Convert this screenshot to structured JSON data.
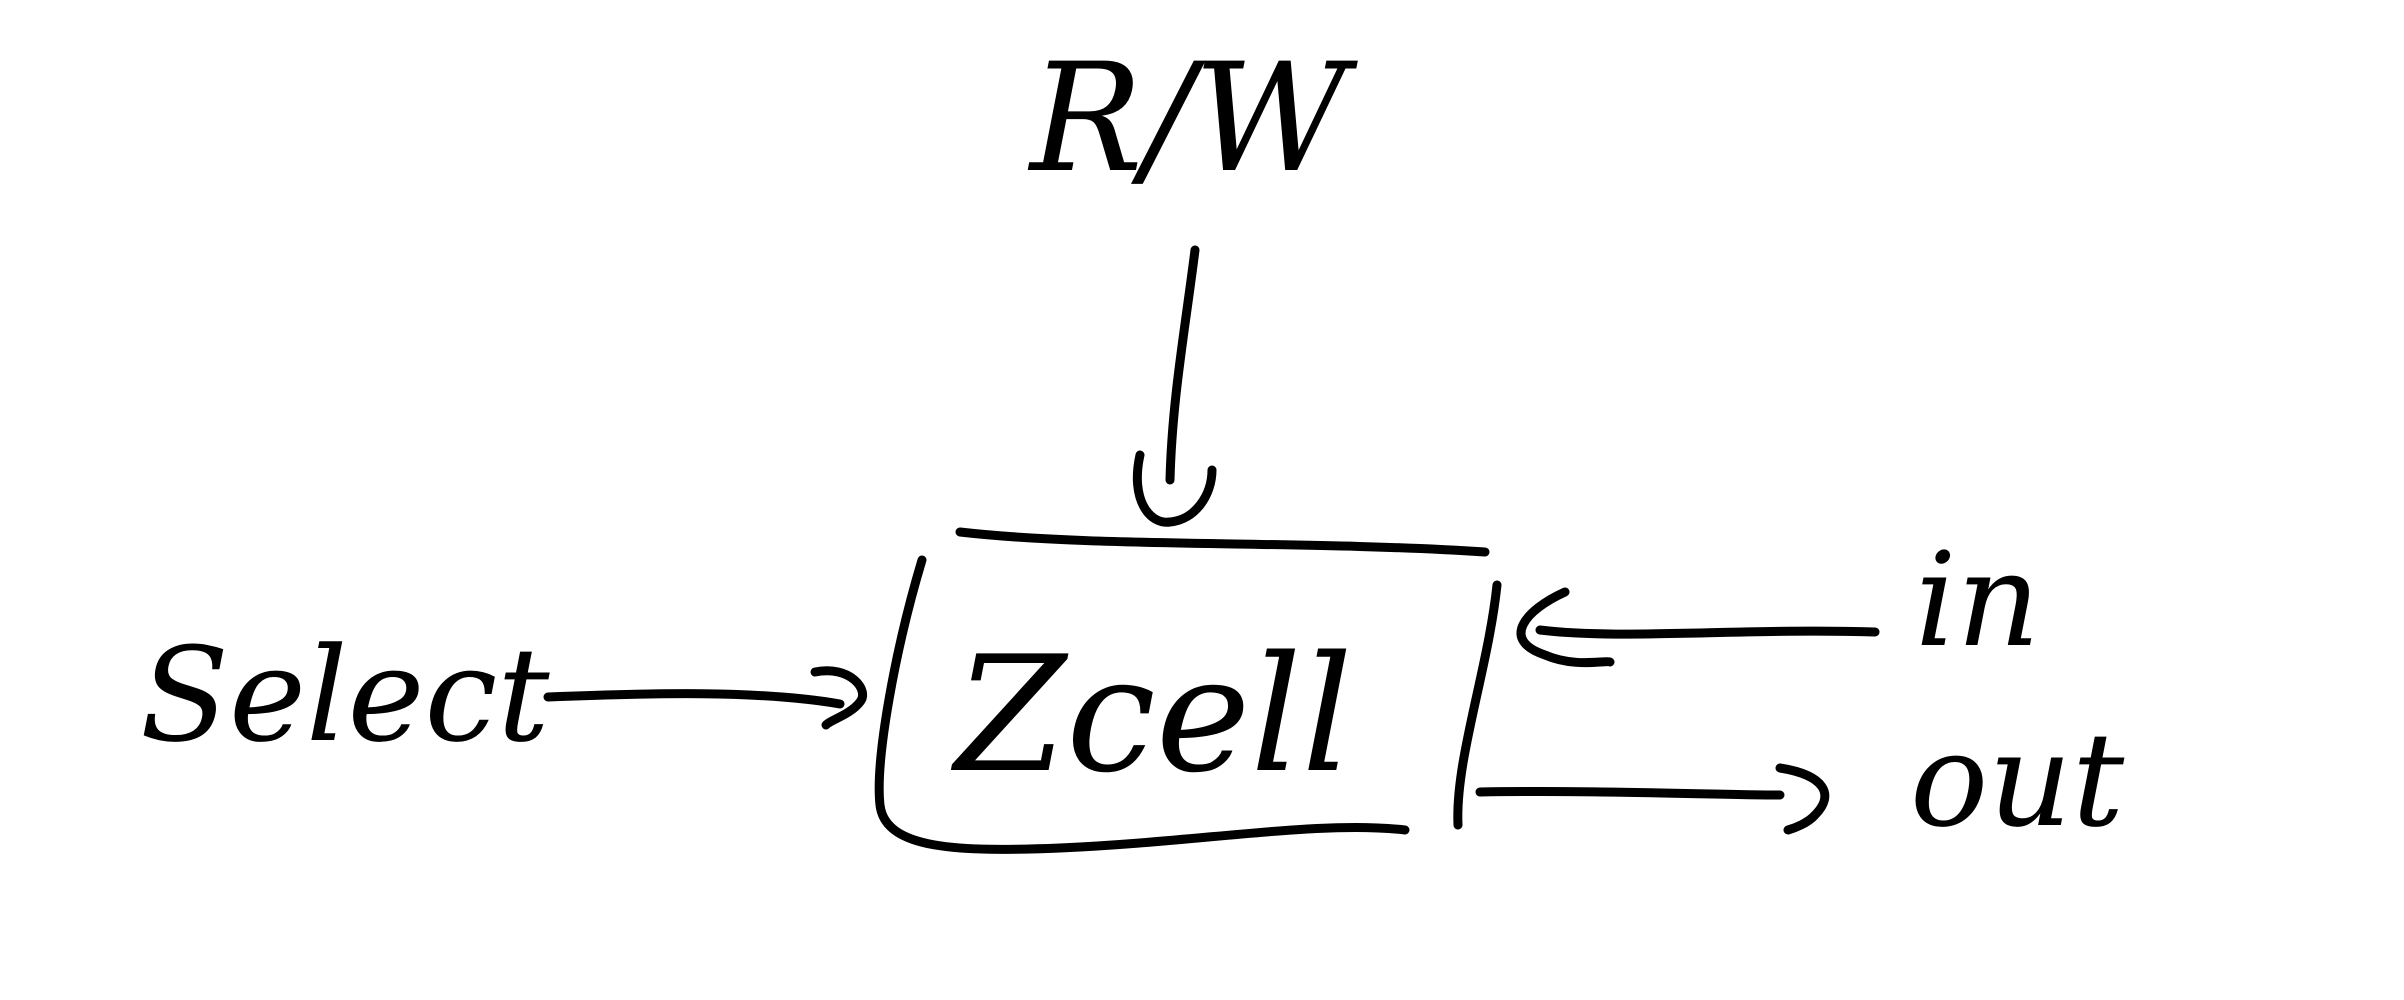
{
  "diagram": {
    "top_input_label": "R/W",
    "left_input_label": "Select",
    "box_label": "Zcell",
    "right_input_label": "in",
    "right_output_label": "out"
  },
  "colors": {
    "ink": "#000000",
    "background": "#ffffff"
  }
}
